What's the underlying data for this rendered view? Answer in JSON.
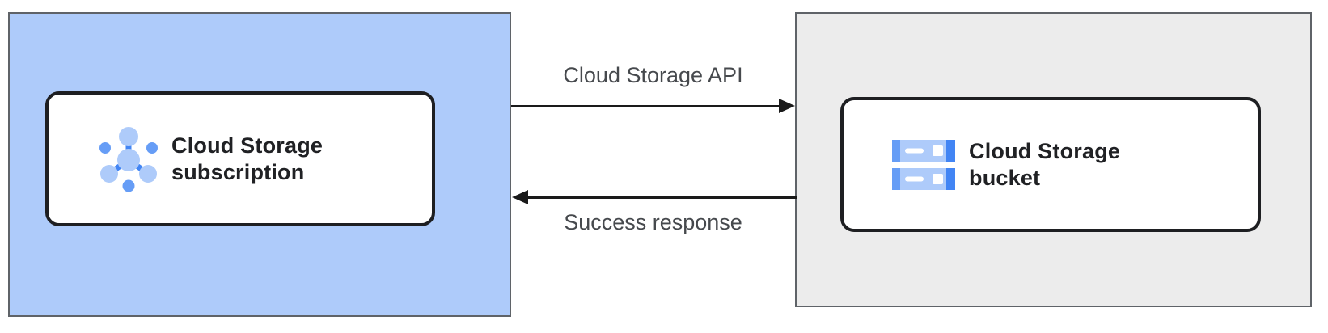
{
  "diagram": {
    "left_zone": {
      "bg_color": "#aecbfa",
      "border_color": "#5f6368",
      "card": {
        "icon": "pubsub-icon",
        "label_line1": "Cloud Storage",
        "label_line2": "subscription"
      }
    },
    "right_zone": {
      "bg_color": "#ececec",
      "border_color": "#5f6368",
      "card": {
        "icon": "cloud-storage-bucket-icon",
        "label_line1": "Cloud Storage",
        "label_line2": "bucket"
      }
    },
    "arrows": {
      "request": {
        "label": "Cloud Storage API",
        "direction": "left-to-right",
        "color": "#1a1a1a"
      },
      "response": {
        "label": "Success response",
        "direction": "right-to-left",
        "color": "#1a1a1a"
      }
    },
    "icon_colors": {
      "light_blue": "#aecbfa",
      "mid_blue": "#669df6",
      "accent_blue": "#4285f4"
    },
    "text_colors": {
      "card_label": "#202124",
      "arrow_label": "#46494d"
    }
  }
}
